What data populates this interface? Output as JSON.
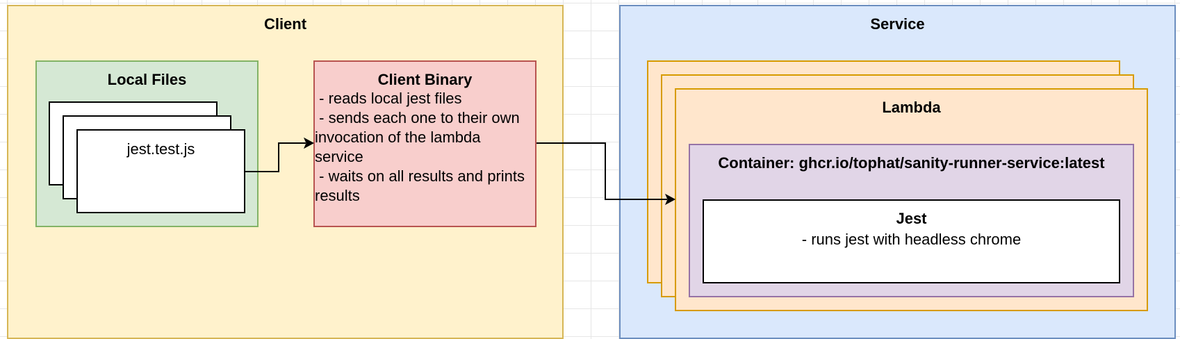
{
  "client": {
    "title": "Client",
    "local_files": {
      "title": "Local Files",
      "file_label": "jest.test.js"
    },
    "client_binary": {
      "title": "Client Binary",
      "description": " - reads local jest files\n - sends each one to their own invocation of the lambda service\n - waits on all results and prints results"
    }
  },
  "service": {
    "title": "Service",
    "lambda": {
      "title": "Lambda",
      "container": {
        "title": "Container: ghcr.io/tophat/sanity-runner-service:latest",
        "jest": {
          "title": "Jest",
          "description": "- runs jest with headless chrome"
        }
      }
    }
  },
  "colors": {
    "client_fill": "#fff2cc",
    "client_stroke": "#d6b656",
    "service_fill": "#dae8fc",
    "service_stroke": "#6c8ebf",
    "local_files_fill": "#d5e8d4",
    "local_files_stroke": "#82b366",
    "client_binary_fill": "#f8cecc",
    "client_binary_stroke": "#b85450",
    "lambda_fill": "#ffe6cc",
    "lambda_stroke": "#d79b00",
    "container_fill": "#e1d5e7",
    "container_stroke": "#9673a6"
  }
}
